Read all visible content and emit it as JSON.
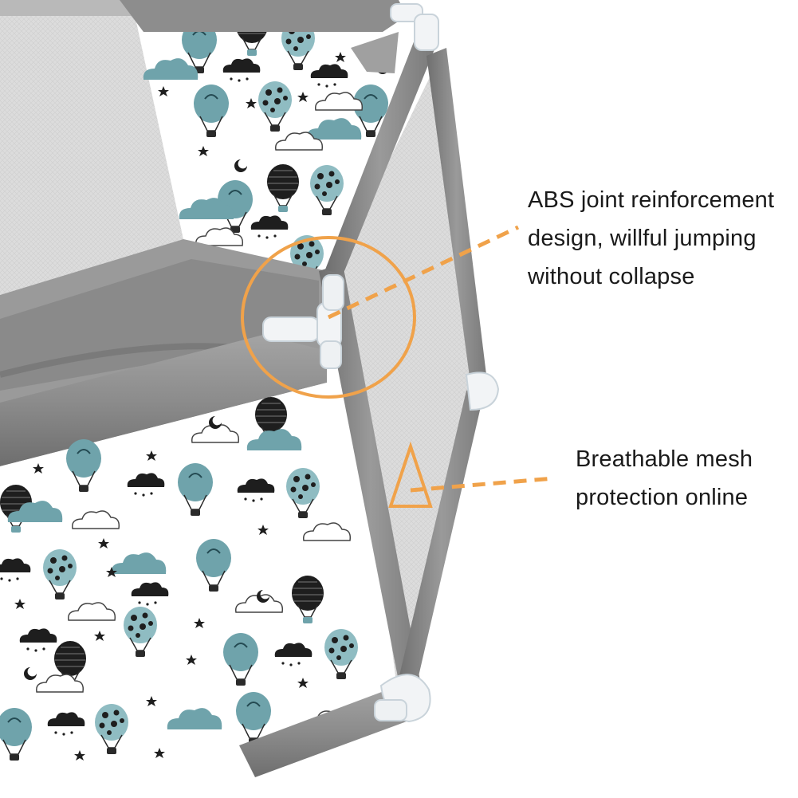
{
  "product_image": {
    "subject": "baby playpen corner with grey mesh panels and hot-air-balloon print fabric",
    "colors": {
      "frame_grey": "#8a8a8a",
      "mesh_grey": "#d9d9d9",
      "print_teal": "#6fa3ab",
      "print_black": "#1e1e1e",
      "joint_white": "#f2f4f6",
      "callout_orange": "#f0a24a"
    }
  },
  "callouts": [
    {
      "id": "abs-joint",
      "lines": [
        "ABS joint reinforcement",
        "design, willful jumping",
        "without collapse"
      ]
    },
    {
      "id": "breathable-mesh",
      "lines": [
        "Breathable mesh",
        "protection online"
      ]
    }
  ]
}
